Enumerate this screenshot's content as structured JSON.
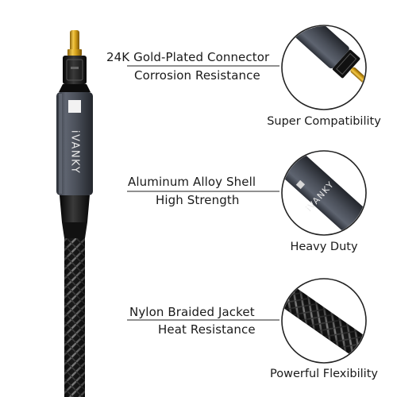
{
  "brand": {
    "name": "iVANKY",
    "logo": "ivanky-logo-icon"
  },
  "features": [
    {
      "title": "24K Gold-Plated Connector",
      "subtitle": "Corrosion Resistance",
      "caption": "Super Compatibility",
      "detail_icon": "gold-tip-connector-icon"
    },
    {
      "title": "Aluminum Alloy Shell",
      "subtitle": "High Strength",
      "caption": "Heavy Duty",
      "detail_icon": "aluminum-shell-icon"
    },
    {
      "title": "Nylon Braided Jacket",
      "subtitle": "Heat Resistance",
      "caption": "Powerful Flexibility",
      "detail_icon": "nylon-braid-icon"
    }
  ],
  "colors": {
    "gold": "#d4a019",
    "shell": "#4a4f59",
    "braid_dark": "#1c1c1c",
    "braid_light": "#8a8a8a",
    "callout_line": "#222222"
  }
}
